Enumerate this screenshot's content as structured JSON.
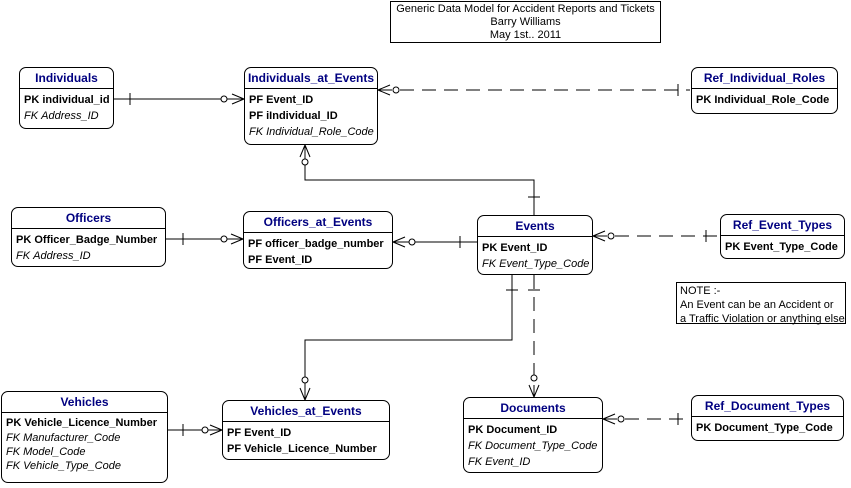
{
  "title": {
    "line1": "Generic Data Model for Accident Reports and Tickets",
    "line2": "Barry Williams",
    "line3": "May 1st.. 2011"
  },
  "note": {
    "line1": "NOTE :-",
    "line2": "An Event can be an Accident or",
    "line3": "a Traffic Violation or anything else"
  },
  "entities": {
    "individuals": {
      "name": "Individuals",
      "attrs": [
        {
          "tag": "PK",
          "name": "individual_id",
          "kind": "key"
        },
        {
          "tag": "FK",
          "name": "Address_ID",
          "kind": "fk"
        }
      ]
    },
    "individuals_at_events": {
      "name": "Individuals_at_Events",
      "attrs": [
        {
          "tag": "PF",
          "name": "Event_ID",
          "kind": "key"
        },
        {
          "tag": "PF",
          "name": "iIndividual_ID",
          "kind": "key"
        },
        {
          "tag": "FK",
          "name": "Individual_Role_Code",
          "kind": "fk"
        }
      ]
    },
    "ref_individual_roles": {
      "name": "Ref_Individual_Roles",
      "attrs": [
        {
          "tag": "PK",
          "name": "Individual_Role_Code",
          "kind": "key"
        }
      ]
    },
    "officers": {
      "name": "Officers",
      "attrs": [
        {
          "tag": "PK",
          "name": "Officer_Badge_Number",
          "kind": "key"
        },
        {
          "tag": "FK",
          "name": "Address_ID",
          "kind": "fk"
        }
      ]
    },
    "officers_at_events": {
      "name": "Officers_at_Events",
      "attrs": [
        {
          "tag": "PF",
          "name": "officer_badge_number",
          "kind": "key"
        },
        {
          "tag": "PF",
          "name": "Event_ID",
          "kind": "key"
        }
      ]
    },
    "events": {
      "name": "Events",
      "attrs": [
        {
          "tag": "PK",
          "name": "Event_ID",
          "kind": "key"
        },
        {
          "tag": "FK",
          "name": "Event_Type_Code",
          "kind": "fk"
        }
      ]
    },
    "ref_event_types": {
      "name": "Ref_Event_Types",
      "attrs": [
        {
          "tag": "PK",
          "name": "Event_Type_Code",
          "kind": "key"
        }
      ]
    },
    "vehicles": {
      "name": "Vehicles",
      "attrs": [
        {
          "tag": "PK",
          "name": "Vehicle_Licence_Number",
          "kind": "key"
        },
        {
          "tag": "FK",
          "name": "Manufacturer_Code",
          "kind": "fk"
        },
        {
          "tag": "FK",
          "name": "Model_Code",
          "kind": "fk"
        },
        {
          "tag": "FK",
          "name": "Vehicle_Type_Code",
          "kind": "fk"
        }
      ]
    },
    "vehicles_at_events": {
      "name": "Vehicles_at_Events",
      "attrs": [
        {
          "tag": "PF",
          "name": "Event_ID",
          "kind": "key"
        },
        {
          "tag": "PF",
          "name": "Vehicle_Licence_Number",
          "kind": "key"
        }
      ]
    },
    "documents": {
      "name": "Documents",
      "attrs": [
        {
          "tag": "PK",
          "name": "Document_ID",
          "kind": "key"
        },
        {
          "tag": "FK",
          "name": "Document_Type_Code",
          "kind": "fk"
        },
        {
          "tag": "FK",
          "name": "Event_ID",
          "kind": "fk"
        }
      ]
    },
    "ref_document_types": {
      "name": "Ref_Document_Types",
      "attrs": [
        {
          "tag": "PK",
          "name": "Document_Type_Code",
          "kind": "key"
        }
      ]
    }
  },
  "colors": {
    "header_text": "#000080",
    "line": "#000000",
    "background": "#ffffff"
  }
}
